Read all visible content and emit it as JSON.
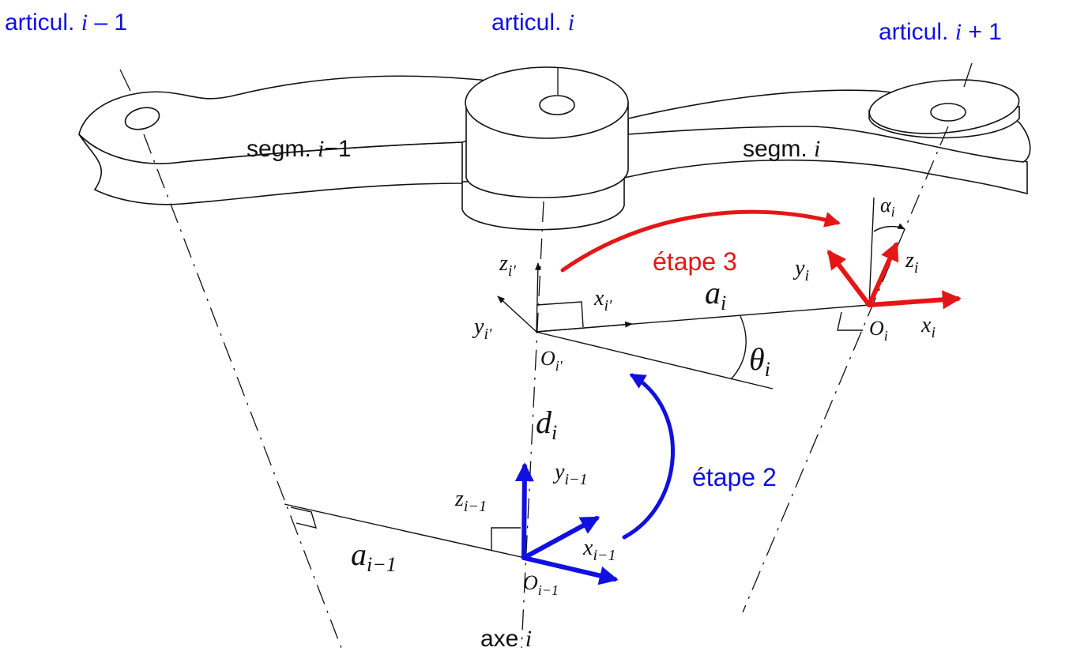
{
  "colors": {
    "blue": "#1010e0",
    "red": "#e41616",
    "ink": "#111111"
  },
  "joints": [
    {
      "prefix": "articul. ",
      "var": "i",
      "suffix": " – 1"
    },
    {
      "prefix": "articul. ",
      "var": "i",
      "suffix": ""
    },
    {
      "prefix": "articul. ",
      "var": "i",
      "suffix": " + 1"
    }
  ],
  "segments": [
    {
      "prefix": "segm. ",
      "var": "i",
      "suffix": "−1"
    },
    {
      "prefix": "segm. ",
      "var": "i",
      "suffix": ""
    }
  ],
  "axis_label": {
    "prefix": "axe ",
    "var": "i"
  },
  "steps": {
    "step2": "étape 2",
    "step3": "étape 3"
  },
  "params": {
    "a_prev": {
      "base": "a",
      "sub": "i−1"
    },
    "d": {
      "base": "d",
      "sub": "i"
    },
    "a": {
      "base": "a",
      "sub": "i"
    },
    "theta": {
      "base": "θ",
      "sub": "i"
    },
    "alpha": {
      "base": "α",
      "sub": "i"
    }
  },
  "frame_prev": {
    "z": {
      "base": "z",
      "sub": "i−1"
    },
    "y": {
      "base": "y",
      "sub": "i−1"
    },
    "x": {
      "base": "x",
      "sub": "i−1"
    },
    "o": {
      "base": "O",
      "sub": "i−1"
    }
  },
  "frame_mid": {
    "z": {
      "base": "z",
      "sub": "i'"
    },
    "y": {
      "base": "y",
      "sub": "i'"
    },
    "x": {
      "base": "x",
      "sub": "i'"
    },
    "o": {
      "base": "O",
      "sub": "i'"
    }
  },
  "frame_i": {
    "z": {
      "base": "z",
      "sub": "i"
    },
    "y": {
      "base": "y",
      "sub": "i"
    },
    "x": {
      "base": "x",
      "sub": "i"
    },
    "o": {
      "base": "O",
      "sub": "i"
    }
  }
}
